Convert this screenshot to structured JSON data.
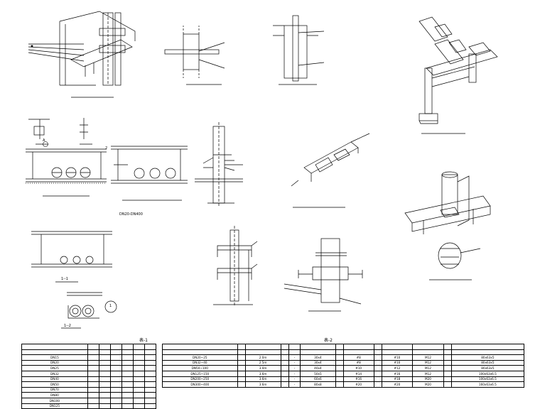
{
  "notes": {
    "pipe_spec": "DN20-DN400"
  },
  "labels": {
    "detail_a": "A",
    "section_1": "1--1",
    "section_2": "1--2",
    "section_marker_1": "1",
    "section_marker_2": "2"
  },
  "table1": {
    "number": "表-1",
    "rows": [
      [
        "DN15",
        "",
        "",
        "",
        "",
        "",
        ""
      ],
      [
        "DN20",
        "",
        "",
        "",
        "",
        "",
        ""
      ],
      [
        "DN25",
        "",
        "",
        "",
        "",
        "",
        ""
      ],
      [
        "DN32",
        "",
        "",
        "",
        "",
        "",
        ""
      ],
      [
        "DN40",
        "",
        "",
        "",
        "",
        "",
        ""
      ],
      [
        "DN50",
        "",
        "",
        "",
        "",
        "",
        ""
      ],
      [
        "DN70",
        "",
        "",
        "",
        "",
        "",
        ""
      ],
      [
        "DN80",
        "",
        "",
        "",
        "",
        "",
        ""
      ],
      [
        "DN100",
        "",
        "",
        "",
        "",
        "",
        ""
      ],
      [
        "DN125",
        "",
        "",
        "",
        "",
        "",
        ""
      ]
    ]
  },
  "table2": {
    "number": "表-2",
    "rows": [
      [
        "DN20~25",
        "",
        "2.0m",
        "",
        "-",
        "30x4",
        "",
        "#8",
        "",
        "#10",
        "M12",
        "",
        "80x63x5"
      ],
      [
        "DN32~40",
        "",
        "2.5m",
        "",
        "-",
        "30x4",
        "",
        "#8",
        "",
        "#10",
        "M12",
        "",
        "80x63x5"
      ],
      [
        "DN50~100",
        "",
        "3.0m",
        "",
        "-",
        "40x4",
        "",
        "#10",
        "",
        "#12",
        "M12",
        "",
        "80x63x5"
      ],
      [
        "DN125~150",
        "",
        "3.6m",
        "",
        "-",
        "50x5",
        "",
        "#14",
        "",
        "#16",
        "M12",
        "",
        "100x63x6.5"
      ],
      [
        "DN200~250",
        "",
        "3.6m",
        "",
        "-",
        "60x6",
        "",
        "#16",
        "",
        "#18",
        "M20",
        "",
        "100x63x6.5"
      ],
      [
        "DN300~400",
        "",
        "3.6m",
        "",
        "-",
        "80x8",
        "",
        "#20",
        "",
        "#20",
        "M20",
        "",
        "160x63x6.5"
      ]
    ]
  }
}
